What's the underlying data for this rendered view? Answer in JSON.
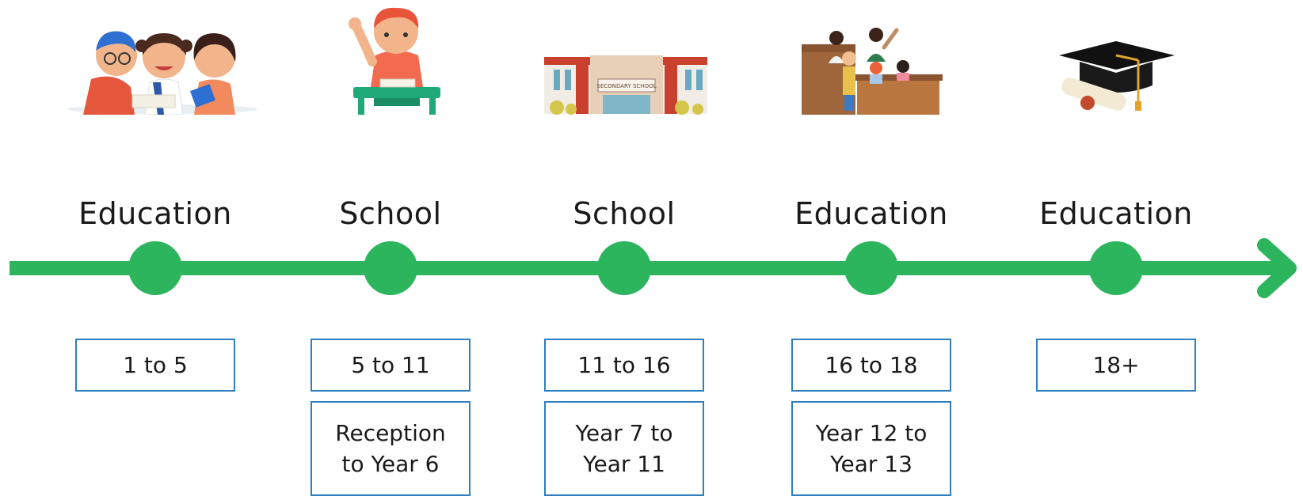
{
  "stages": [
    {
      "label": "Education",
      "age": "1 to 5",
      "icon": "children-playing-icon"
    },
    {
      "label": "School",
      "age": "5 to 11",
      "years": "Reception\nto Year 6",
      "icon": "child-at-desk-icon"
    },
    {
      "label": "School",
      "age": "11 to 16",
      "years": "Year 7 to\nYear 11",
      "icon": "school-building-icon",
      "sign_text": "SECONDARY SCHOOL"
    },
    {
      "label": "Education",
      "age": "16 to 18",
      "years": "Year 12 to\nYear 13",
      "icon": "students-classroom-icon"
    },
    {
      "label": "Education",
      "age": "18+",
      "icon": "graduation-cap-icon"
    }
  ],
  "colors": {
    "timeline": "#2db55d",
    "box_border": "#2e7fbf",
    "text": "#1a1a1a"
  }
}
